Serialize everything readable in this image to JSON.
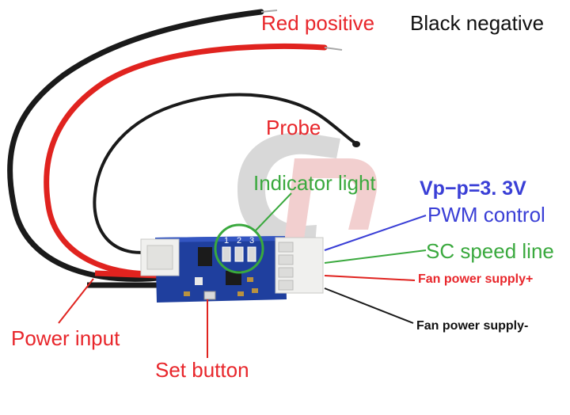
{
  "labels": {
    "red_positive": "Red positive",
    "black_negative": "Black negative",
    "probe": "Probe",
    "indicator_light": "Indicator light",
    "vpp": "Vp−p=3. 3V",
    "pwm_control": "PWM control",
    "sc_speed_line": "SC speed line",
    "fan_power_plus": "Fan power supply+",
    "fan_power_minus": "Fan power supply-",
    "power_input": "Power input",
    "set_button": "Set button"
  },
  "board": {
    "led_numbers": [
      "1",
      "2",
      "3"
    ]
  },
  "colors": {
    "red_label": "#e8262b",
    "black_label": "#111111",
    "green_label": "#3aa93e",
    "blue_label": "#3a3fd6",
    "pcb": "#1f3f9e",
    "red_wire": "#e0231f",
    "black_wire": "#1a1a1a"
  }
}
